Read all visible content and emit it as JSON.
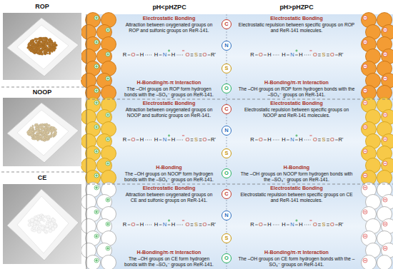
{
  "diagram": {
    "nodes": [
      {
        "text": [
          "Electrostatic Bonding",
          "Attraction between oxygenated groups on ROP and sulfonic groups on ReR-141.",
          "H-Bonding/π-π Interaction",
          "The –OH groups on ROP form hydrogen bonds with the –SO₃⁻ groups on ReR-141."
        ]
      },
      {
        "text": [
          "Electrostatic Bonding",
          "Electrostatic repulsion between specific groups on ROP and ReR-141 molecules.",
          "H-Bonding/π-π Interaction",
          "The –OH groups on ROP form hydrogen bonds with the –SO₃⁻ groups on ReR-141."
        ]
      },
      {
        "text": [
          "Electrostatic Bonding",
          "Attraction between oxygenated groups on NOOP and sulfonic groups on ReR-141.",
          "H-Bonding",
          "The –OH groups on NOOP form hydrogen bonds with the –SO₃⁻ groups on ReR-141."
        ]
      },
      {
        "text": [
          "Electrostatic Bonding",
          "Electrostatic repulsion between specific groups on NOOP and ReR-141 molecules.",
          "H-Bonding",
          "The –OH groups on NOOP form hydrogen bonds with the –SO₃⁻ groups on ReR-141."
        ]
      },
      {
        "text": [
          "Electrostatic Bonding",
          "Attraction between oxygenated groups on CE and sulfonic groups on ReR-141.",
          "H-Bonding/π-π Interaction",
          "The –OH groups on CE form hydrogen bonds with the –SO₃⁻ groups on ReR-141."
        ]
      },
      {
        "text": [
          "Electrostatic Bonding",
          "Electrostatic repulsion between specific groups on CE and ReR-141 molecules.",
          "H-Bonding/π-π Interaction",
          "The –OH groups on CE form hydrogen bonds with the –SO₃⁻ groups on ReR-141."
        ]
      }
    ],
    "labels": [
      "pH<pHZPC",
      "pH>pHZPC",
      "ROP",
      "NOOP",
      "CE",
      "R",
      "O",
      "H",
      "H",
      "N",
      "H",
      "O",
      "S",
      "O",
      "R'",
      "C",
      "N",
      "S",
      "O",
      "R",
      "O",
      "H",
      "H",
      "N",
      "H",
      "O",
      "S",
      "O",
      "R'",
      "R",
      "O",
      "H",
      "H",
      "N",
      "H",
      "O",
      "S",
      "O",
      "R'",
      "C",
      "N",
      "S",
      "O",
      "R",
      "O",
      "H",
      "H",
      "N",
      "H",
      "O",
      "S",
      "O",
      "R'",
      "R",
      "O",
      "H",
      "H",
      "N",
      "H",
      "O",
      "S",
      "O",
      "R'",
      "C",
      "N",
      "S",
      "O",
      "R",
      "O",
      "H",
      "H",
      "N",
      "H",
      "O",
      "S",
      "O",
      "R'"
    ]
  }
}
